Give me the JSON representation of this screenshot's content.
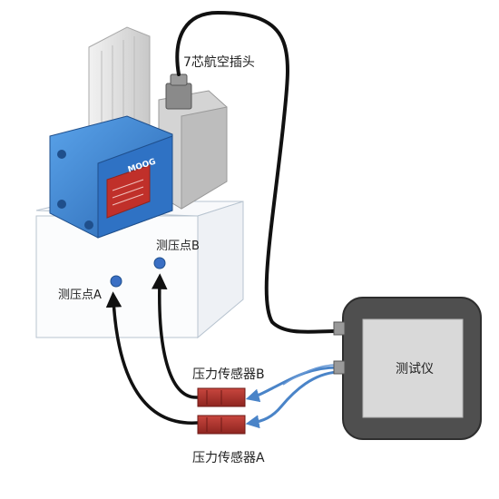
{
  "labels": {
    "connector": "7芯航空插头",
    "point_a": "测压点A",
    "point_b": "测压点B",
    "sensor_a": "压力传感器A",
    "sensor_b": "压力传感器B",
    "tester": "测试仪",
    "brand": "MOOG"
  },
  "colors": {
    "valve_blue": "#3a86d6",
    "sensor_red": "#b8302a",
    "cable": "#111111",
    "tube_blue": "#4a84c8",
    "tester_frame": "#555555",
    "tester_screen": "#d9d9d9",
    "point_dot": "#3a6fc4"
  }
}
